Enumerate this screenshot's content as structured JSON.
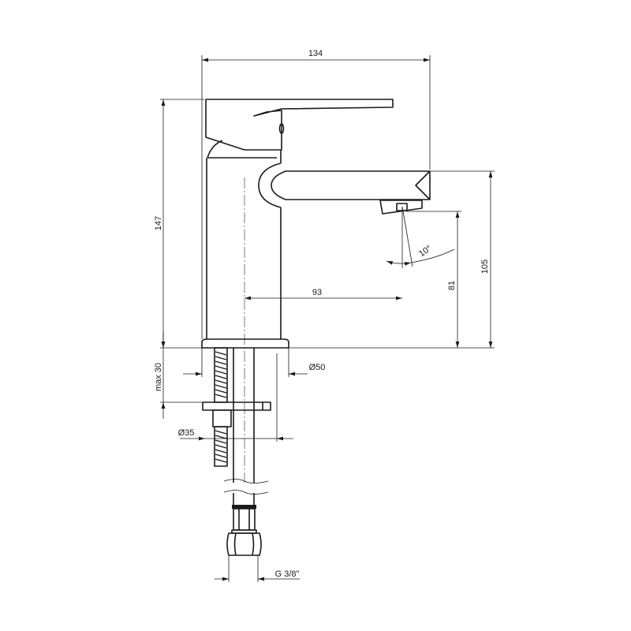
{
  "drawing": {
    "title": "Basin mixer dimension drawing",
    "dimensions": {
      "overall_length": "134",
      "overall_height": "147",
      "spout_reach": "93",
      "aerator_height": "81",
      "spout_height": "105",
      "spray_angle": "10°",
      "max_counter_thickness": "max 30",
      "base_diameter": "Ø50",
      "hole_diameter": "Ø35",
      "connection_thread": "G 3/8\""
    },
    "line_color": "#1a1a1a"
  }
}
